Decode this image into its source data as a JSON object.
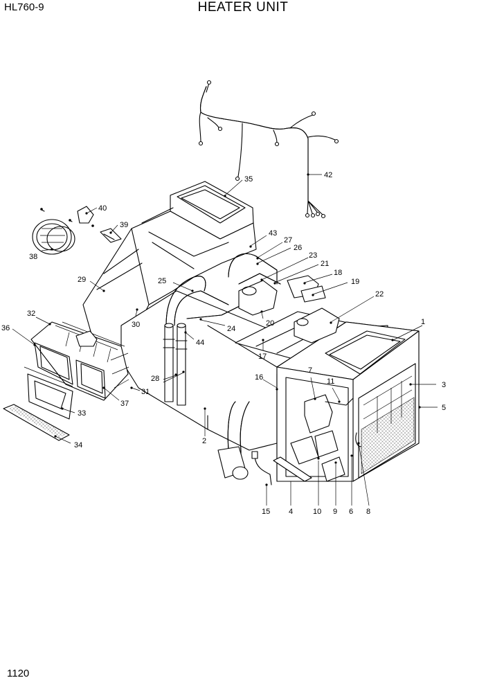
{
  "header": {
    "model": "HL760-9",
    "title": "HEATER UNIT"
  },
  "footer": {
    "page_number": "1120"
  },
  "callouts": [
    "1",
    "2",
    "3",
    "4",
    "5",
    "6",
    "7",
    "8",
    "10",
    "11",
    "15",
    "16",
    "17",
    "18",
    "19",
    "20",
    "21",
    "22",
    "23",
    "24",
    "25",
    "26",
    "27",
    "28",
    "29",
    "30",
    "31",
    "32",
    "33",
    "34",
    "35",
    "36",
    "37",
    "38",
    "39",
    "40",
    "42",
    "43",
    "44",
    "9"
  ]
}
